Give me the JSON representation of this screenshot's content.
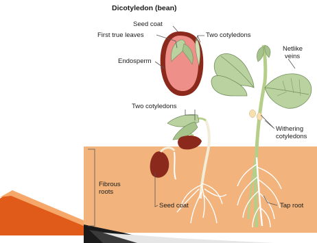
{
  "title": "Dicotyledon (bean)",
  "labels": {
    "seed_coat_top": "Seed coat",
    "first_true_leaves": "First true leaves",
    "two_cotyledons_top": "Two cotyledons",
    "endosperm": "Endosperm",
    "netlike_veins_1": "Netlike",
    "netlike_veins_2": "veins",
    "two_cotyledons_mid": "Two cotyledons",
    "withering_1": "Withering",
    "withering_2": "cotyledons",
    "fibrous_1": "Fibrous",
    "fibrous_2": "roots",
    "seed_coat_bottom": "Seed coat",
    "tap_root": "Tap root"
  },
  "colors": {
    "soil": "#f2b37c",
    "seed_coat": "#8b2a1c",
    "endosperm": "#ef8f8a",
    "leaf": "#b9d2a0",
    "leaf_dark": "#8fb07a",
    "stem": "#b5cf8a",
    "root": "#ffffff",
    "orange_accent": "#e05a1a"
  }
}
